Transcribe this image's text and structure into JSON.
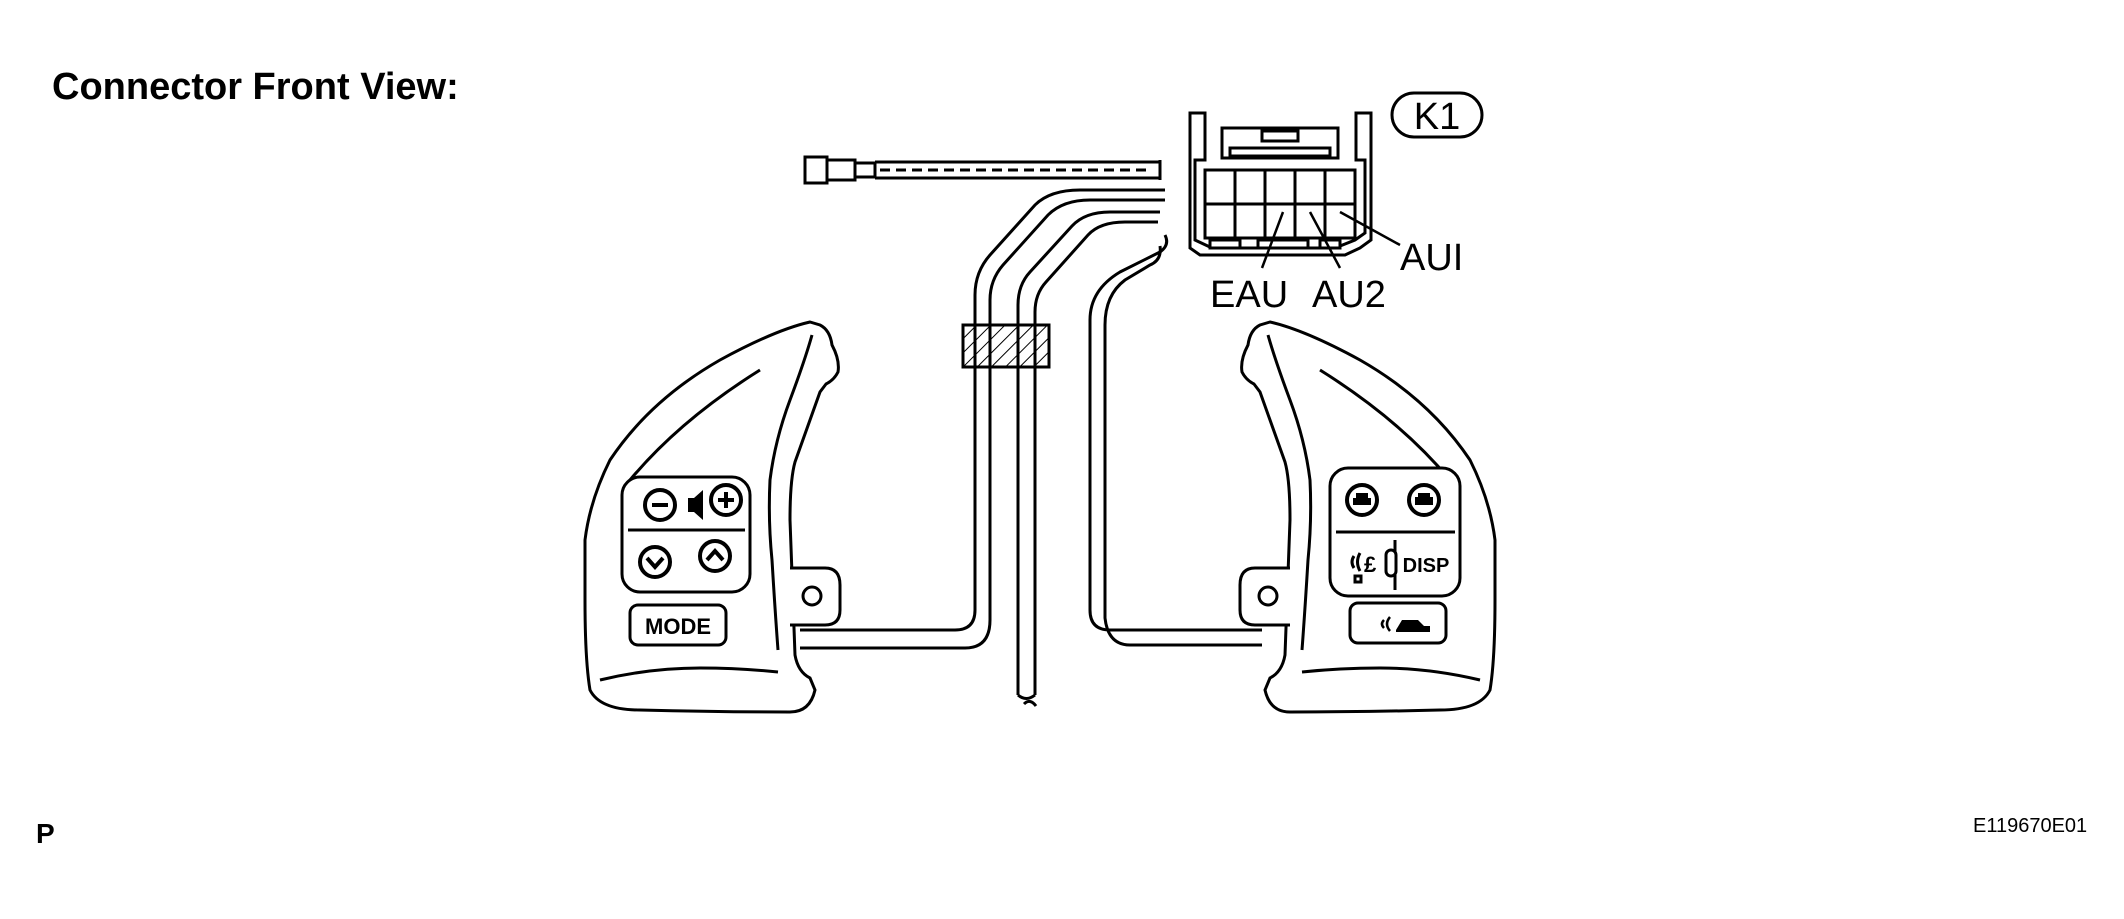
{
  "title": "Connector Front View:",
  "connector": {
    "id": "K1",
    "terminals": [
      "EAU",
      "AU2",
      "AUI"
    ]
  },
  "left_switch": {
    "buttons": {
      "volume_down_symbol": "−",
      "volume_up_symbol": "+",
      "mode_label": "MODE"
    },
    "icons": [
      "volume-down-icon",
      "speaker-icon",
      "volume-up-icon",
      "seek-down-icon",
      "seek-up-icon"
    ]
  },
  "right_switch": {
    "buttons": {
      "disp_label": "DISP"
    },
    "icons": [
      "on-hook-icon",
      "off-hook-icon",
      "voice-icon",
      "distance-icon"
    ]
  },
  "footer": {
    "page_letter": "P",
    "figure_code": "E119670E01"
  }
}
